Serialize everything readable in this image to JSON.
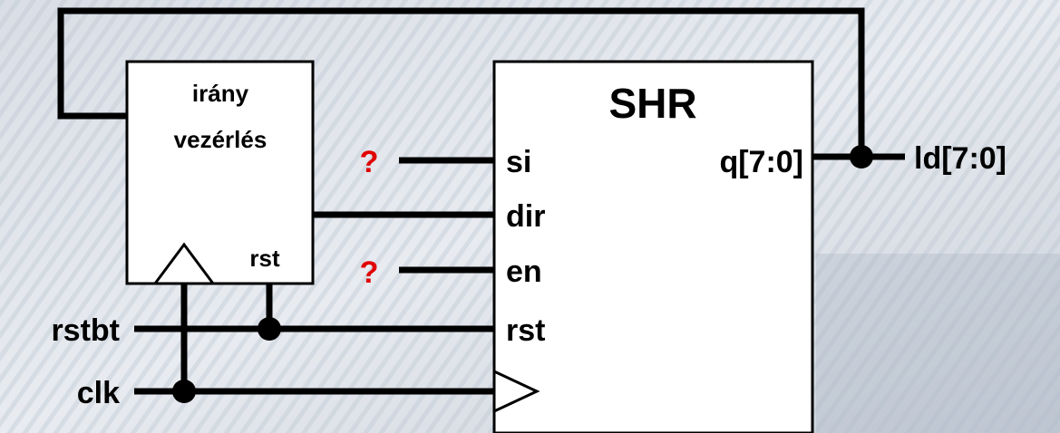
{
  "diagram": {
    "dir_block": {
      "title_line1": "irány",
      "title_line2": "vezérlés",
      "rst_port": "rst"
    },
    "shr_block": {
      "title": "SHR",
      "ports": {
        "si": "si",
        "dir": "dir",
        "en": "en",
        "rst": "rst",
        "q": "q[7:0]"
      }
    },
    "inputs": {
      "rstbt": "rstbt",
      "clk": "clk"
    },
    "output": "ld[7:0]",
    "unknowns": {
      "si": "?",
      "en": "?"
    },
    "colors": {
      "wire": "#000000",
      "unknown": "#e00000",
      "block_fill": "#ffffff"
    }
  }
}
